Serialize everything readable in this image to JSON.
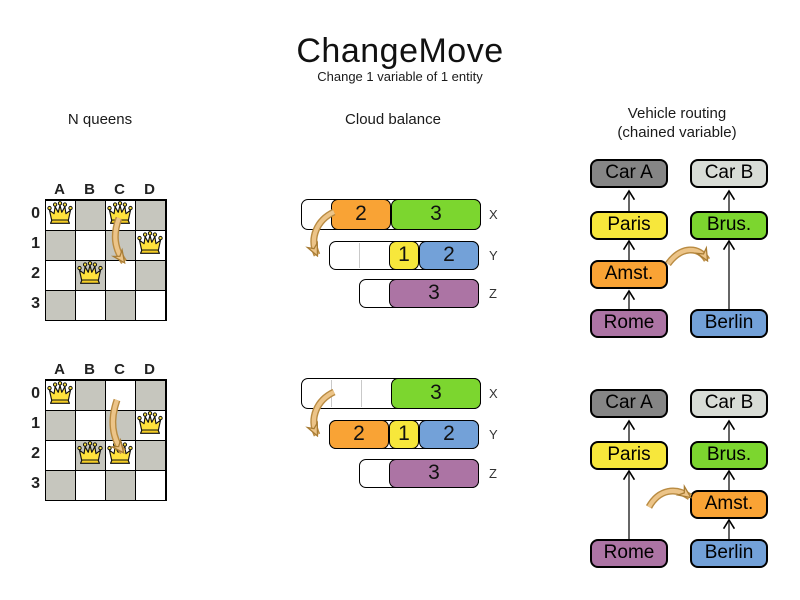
{
  "title": "ChangeMove",
  "subtitle": "Change 1 variable of 1 entity",
  "colors": {
    "orange": "#F9A335",
    "green": "#7CD62F",
    "yellow": "#F7E73B",
    "blue": "#73A1D8",
    "purple": "#AC74A4",
    "car_a_gray": "#858585",
    "car_b_gray": "#D8DCD6",
    "board_dark_square": "#C6C6BE",
    "move_arrow_tan": "#ECC488",
    "chain_line_gray": "#666666",
    "crown_gold": "#FFE23D"
  },
  "nqueens": {
    "header": "N queens",
    "columns": [
      "A",
      "B",
      "C",
      "D"
    ],
    "rows": [
      "0",
      "1",
      "2",
      "3"
    ],
    "before": {
      "queens": [
        "A0",
        "C0",
        "D1",
        "B2"
      ]
    },
    "after": {
      "queens": [
        "A0",
        "D1",
        "B2",
        "C2"
      ]
    },
    "move": {
      "from": "C0",
      "to": "C2"
    }
  },
  "cloud": {
    "header": "Cloud balance",
    "before": {
      "rows": [
        {
          "label": "X",
          "segments": [
            {
              "value": "2",
              "color": "orange"
            },
            {
              "value": "3",
              "color": "green"
            }
          ]
        },
        {
          "label": "Y",
          "segments": [
            {
              "value": "1",
              "color": "yellow"
            },
            {
              "value": "2",
              "color": "blue"
            }
          ]
        },
        {
          "label": "Z",
          "segments": [
            {
              "value": "3",
              "color": "purple"
            }
          ]
        }
      ]
    },
    "after": {
      "rows": [
        {
          "label": "X",
          "segments": [
            {
              "value": "3",
              "color": "green"
            }
          ]
        },
        {
          "label": "Y",
          "segments": [
            {
              "value": "2",
              "color": "orange"
            },
            {
              "value": "1",
              "color": "yellow"
            },
            {
              "value": "2",
              "color": "blue"
            }
          ]
        },
        {
          "label": "Z",
          "segments": [
            {
              "value": "3",
              "color": "purple"
            }
          ]
        }
      ]
    },
    "move": {
      "process": "2",
      "from": "X",
      "to": "Y"
    }
  },
  "vrp": {
    "header_line1": "Vehicle routing",
    "header_line2": "(chained variable)",
    "nodes": {
      "car_a": "Car A",
      "car_b": "Car B",
      "paris": "Paris",
      "brus": "Brus.",
      "amst": "Amst.",
      "rome": "Rome",
      "berlin": "Berlin"
    },
    "before": {
      "chain_a": [
        "Rome",
        "Amst.",
        "Paris",
        "Car A"
      ],
      "chain_b": [
        "Berlin",
        "Brus.",
        "Car B"
      ]
    },
    "after": {
      "chain_a": [
        "Rome",
        "Paris",
        "Car A"
      ],
      "chain_b": [
        "Berlin",
        "Amst.",
        "Brus.",
        "Car B"
      ]
    },
    "move": {
      "visit": "Amst.",
      "from": "Car A",
      "to": "Car B"
    }
  }
}
